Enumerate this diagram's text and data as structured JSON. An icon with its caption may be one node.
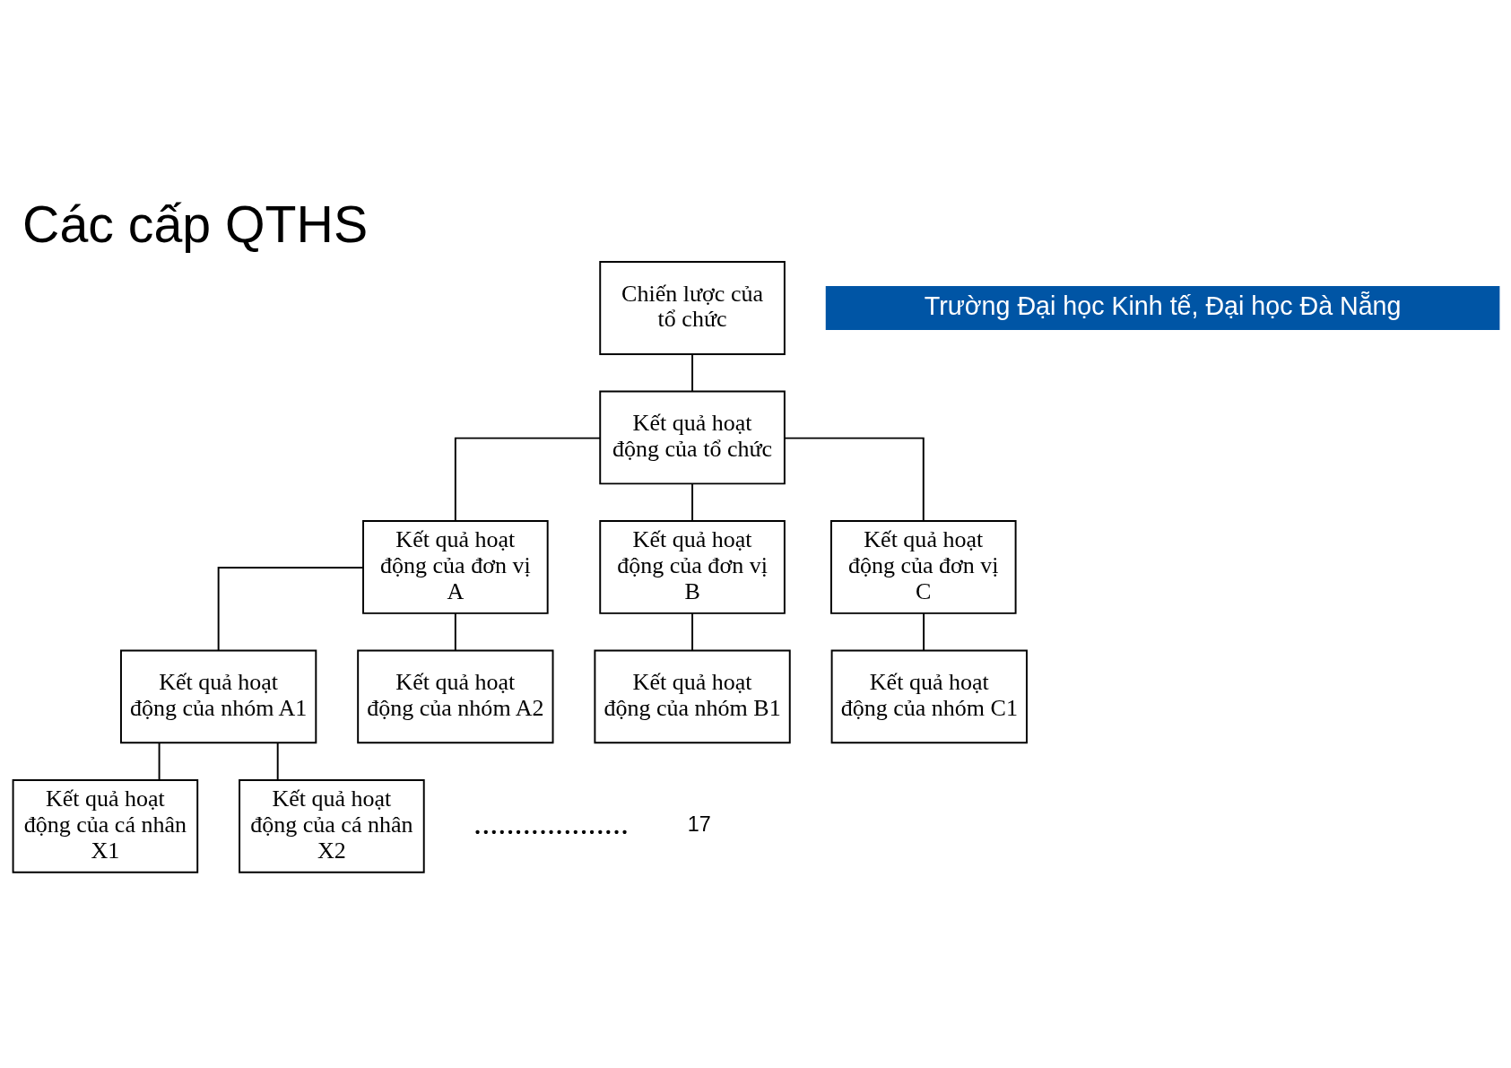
{
  "diagram": {
    "title": "Các cấp QTHS",
    "nodes": [
      {
        "text": [
          "Chiến lược của tổ chức"
        ]
      },
      {
        "text": [
          "Kết quả hoạt động của tổ chức"
        ]
      },
      {
        "text": [
          "Kết quả hoạt động của đơn vị A"
        ]
      },
      {
        "text": [
          "Kết quả hoạt động của đơn vị B"
        ]
      },
      {
        "text": [
          "Kết quả hoạt động của đơn vị C"
        ]
      },
      {
        "text": [
          "Kết quả hoạt động của nhóm A1"
        ]
      },
      {
        "text": [
          "Kết quả hoạt động của nhóm A2"
        ]
      },
      {
        "text": [
          "Kết quả hoạt động của nhóm B1"
        ]
      },
      {
        "text": [
          "Kết quả hoạt động của nhóm C1"
        ]
      },
      {
        "text": [
          "Kết quả hoạt động của cá nhân X1"
        ]
      },
      {
        "text": [
          "Kết quả hoạt động của cá nhân X2"
        ]
      }
    ],
    "edges": [
      {
        "from": 0,
        "to": 1,
        "arrow": "none"
      },
      {
        "from": 1,
        "to": 2,
        "arrow": "none"
      },
      {
        "from": 1,
        "to": 3,
        "arrow": "none"
      },
      {
        "from": 1,
        "to": 4,
        "arrow": "none"
      },
      {
        "from": 2,
        "to": 5,
        "arrow": "none"
      },
      {
        "from": 2,
        "to": 6,
        "arrow": "none"
      },
      {
        "from": 3,
        "to": 7,
        "arrow": "none"
      },
      {
        "from": 4,
        "to": 8,
        "arrow": "none"
      },
      {
        "from": 5,
        "to": 9,
        "arrow": "none"
      },
      {
        "from": 5,
        "to": 10,
        "arrow": "none"
      }
    ],
    "labels": [
      "Trường Đại học Kinh tế, Đại học Đà Nẵng",
      "...................",
      "17"
    ]
  }
}
